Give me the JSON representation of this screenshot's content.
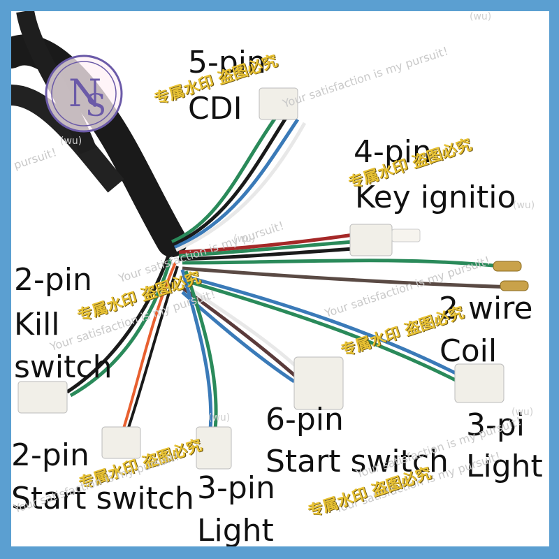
{
  "labels": {
    "cdi_pin": "5-pin",
    "cdi_name": "CDI",
    "key_pin": "4-pin",
    "key_name": "Key ignitio",
    "kill_pin": "2-pin",
    "kill_name1": "Kill",
    "kill_name2": "switch",
    "coil_pin": "2 wire",
    "coil_name": "Coil",
    "start6_pin": "6-pin",
    "start6_name": "Start switch",
    "light3r_pin": "3-pi",
    "light3r_name": "Light",
    "start2_pin": "2-pin",
    "start2_name": "Start switch",
    "light3_pin": "3-pin",
    "light3_name": "Light"
  },
  "watermarks": {
    "cn": "专属水印 盗图必究",
    "en": "Your satisfaction is my pursuit！",
    "en_cut": "pursuit！",
    "wu": "(wu)"
  },
  "colors": {
    "frame": "#5b9fd1",
    "watermark_cn": "#e8c233",
    "logo": "#6b5aa8"
  },
  "icons": {
    "logo": "ns-monogram-logo"
  }
}
